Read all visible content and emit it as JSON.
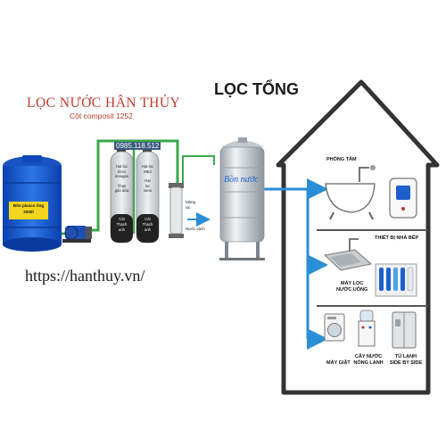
{
  "header": {
    "brand_title": "LỌC NƯỚC HÂN THỦY",
    "brand_subtitle": "Cột composit 1252",
    "main_title": "LỌC TỔNG",
    "website": "https://hanthuy.vn/"
  },
  "equipment": {
    "blue_tank_label_line1": "Bồn plasco ống",
    "blue_tank_label_line2": "2000l",
    "phone": "0985.118.512",
    "column1_lines": [
      "Hạt lọc",
      "Zeno",
      "mangan",
      "",
      "Than",
      "gáo dừa"
    ],
    "column1_bottom": [
      "Cát",
      "Thạch",
      "anh"
    ],
    "column2_lines": [
      "Hạt lọc",
      "ME3",
      "",
      "Hạt",
      "lọc",
      "nano"
    ],
    "column2_bottom": [
      "Cát",
      "Thạch",
      "anh"
    ],
    "cartridge_label_top": "Màng",
    "cartridge_label_mid": "lọc",
    "cartridge_label_bottom": "Nước sạch",
    "steel_tank_label": "Bồn nước"
  },
  "house": {
    "rooms": [
      {
        "label_line1": "PHÒNG TẮM",
        "label_line2": ""
      },
      {
        "label_line1": "THIẾT BỊ NHÀ BẾP",
        "label_line2": ""
      },
      {
        "label_line1": "",
        "label_line2": ""
      }
    ],
    "kitchen_items": [
      {
        "line1": "MÁY LỌC",
        "line2": "NƯỚC UỐNG"
      }
    ],
    "appliances": [
      {
        "line1": "MÁY GIẶT",
        "line2": ""
      },
      {
        "line1": "CÂY NƯỚC",
        "line2": "NÓNG LẠNH"
      },
      {
        "line1": "TỦ LẠNH",
        "line2": "SIDE BY SIDE"
      }
    ]
  },
  "colors": {
    "brand_red": "#c0392b",
    "pipe_green": "#3aa84a",
    "pipe_blue": "#2a8fd6",
    "tank_blue": "#1e5fcf",
    "house_outline": "#333333"
  },
  "icons": [
    "blue-water-tank",
    "water-pump",
    "filter-column",
    "cartridge-filter",
    "stainless-steel-tank",
    "house-outline",
    "bathtub-icon",
    "water-heater-icon",
    "sink-icon",
    "ro-purifier-icon",
    "washing-machine-icon",
    "water-dispenser-icon",
    "refrigerator-icon"
  ]
}
